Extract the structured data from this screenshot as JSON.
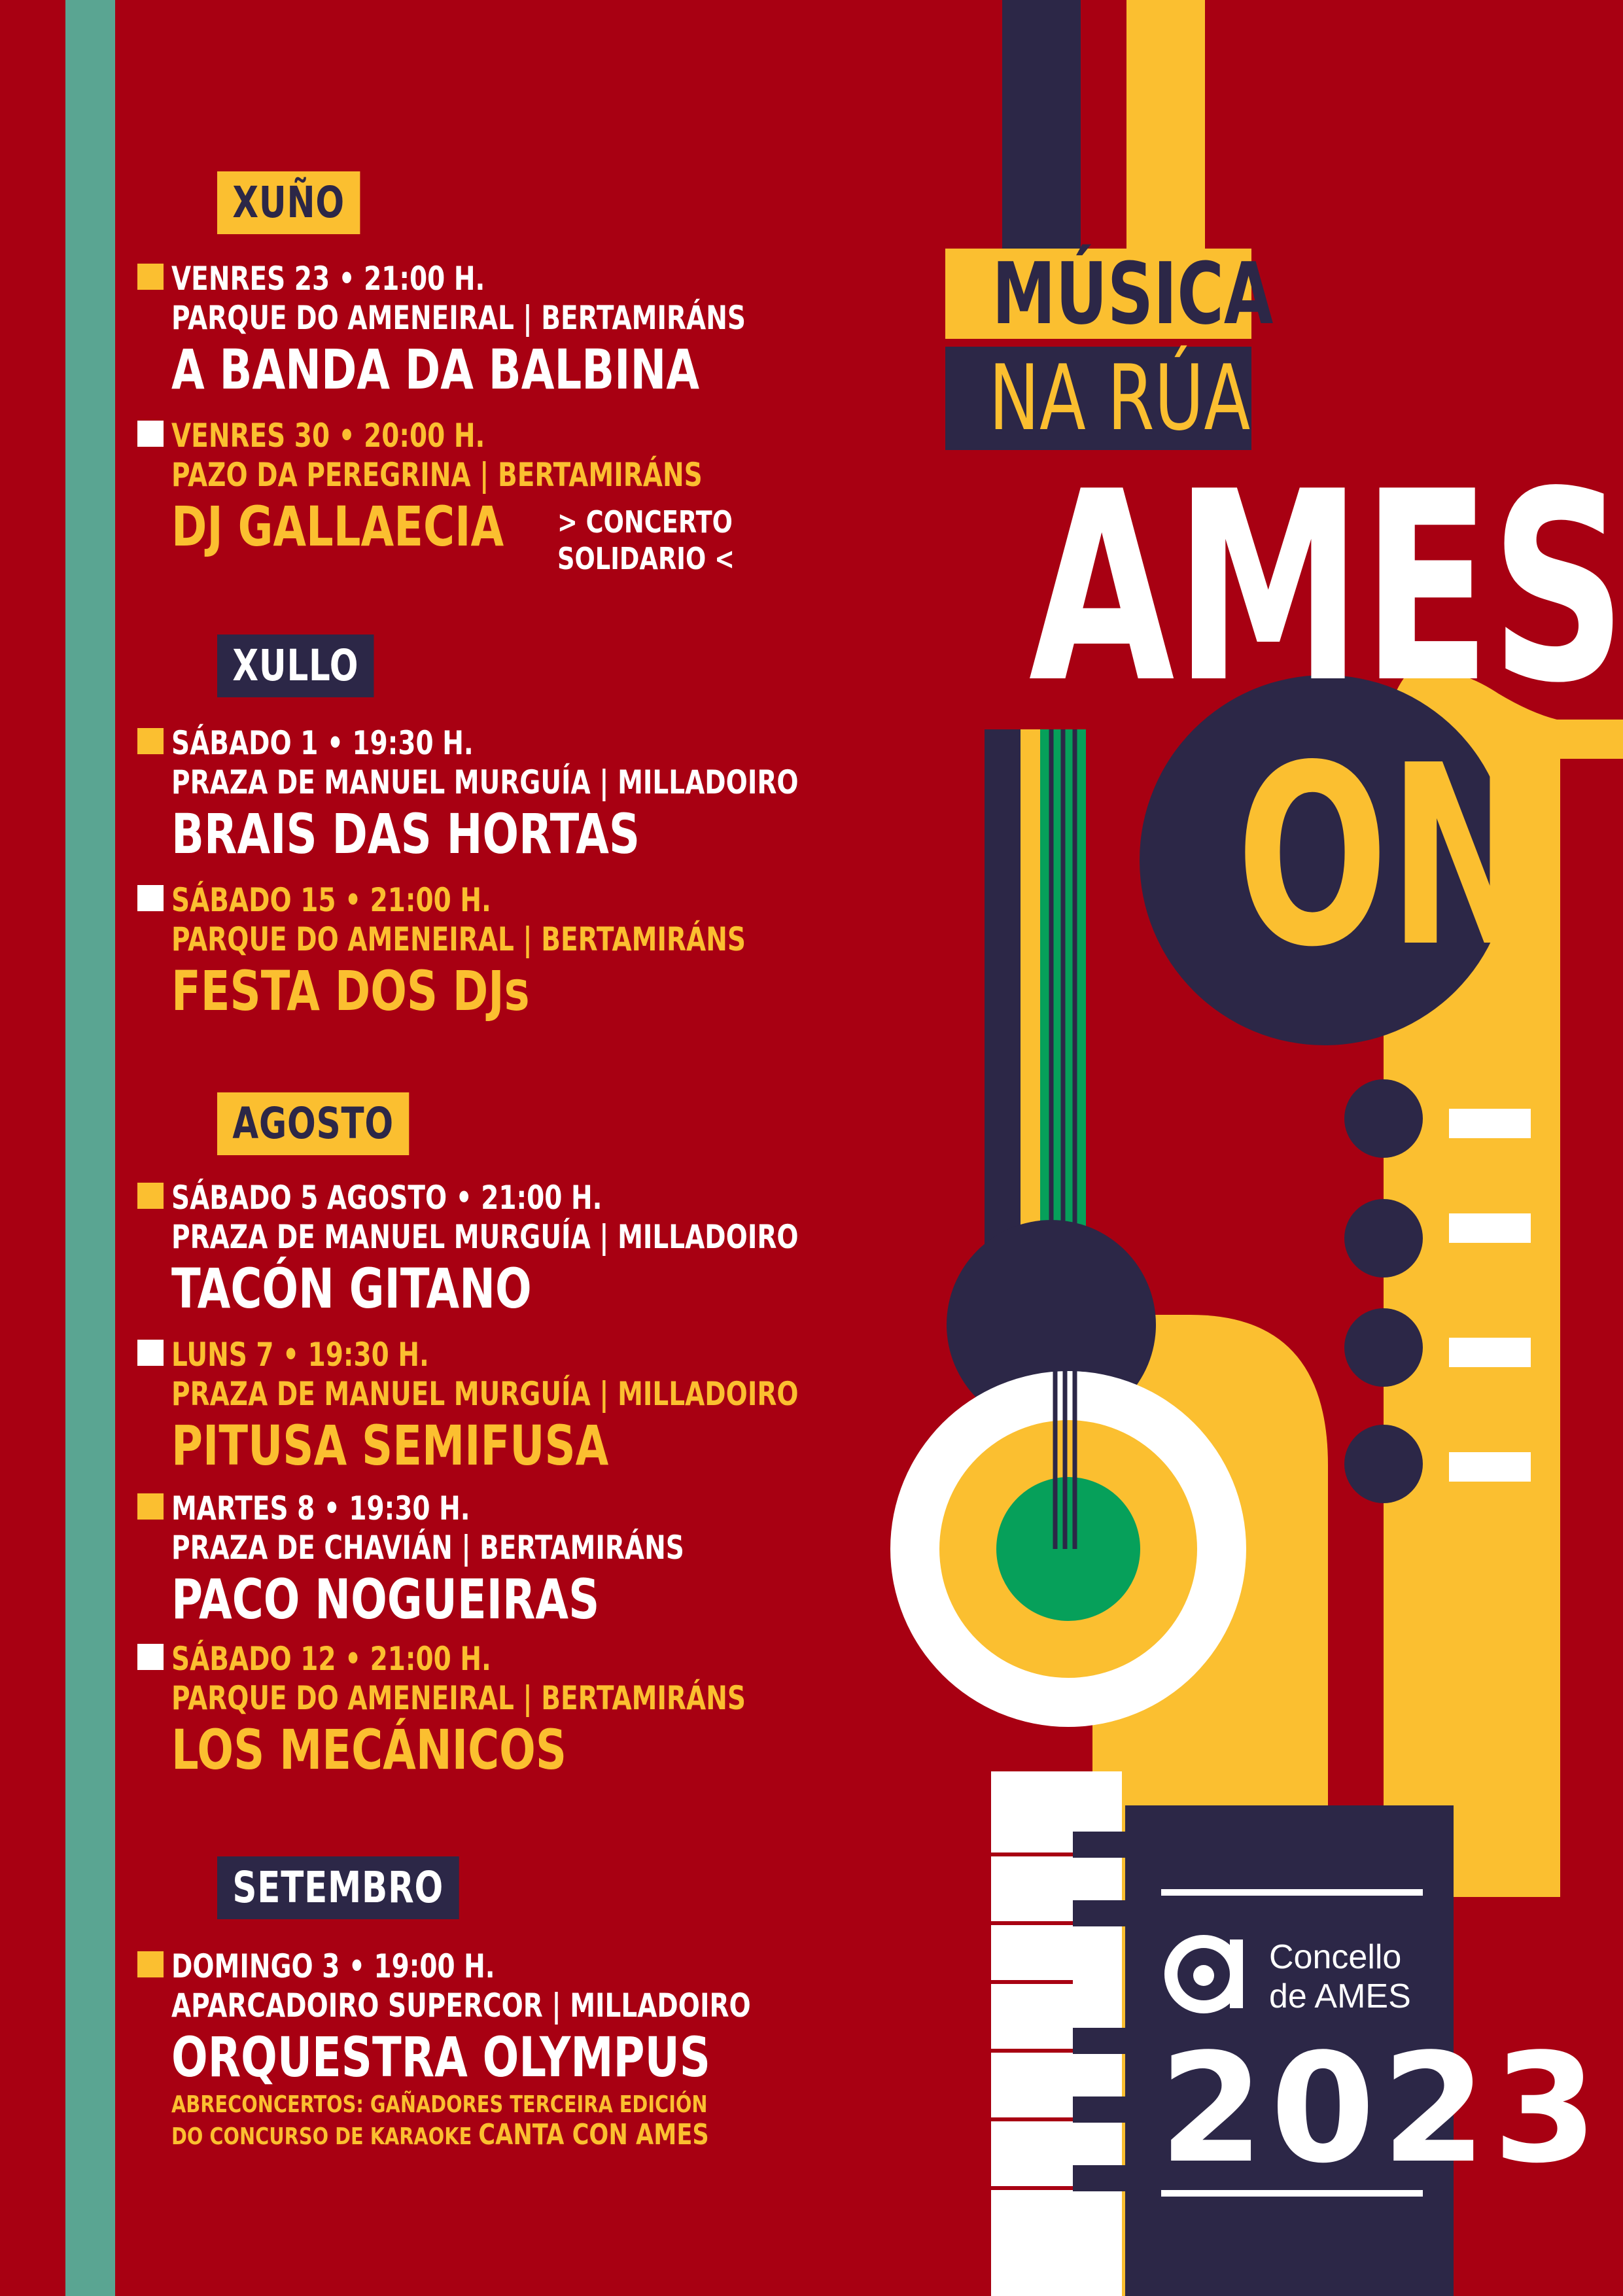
{
  "colors": {
    "background": "#a80012",
    "yellow": "#fbbf30",
    "navy": "#2c2747",
    "teal": "#5aa592",
    "green": "#06a05a",
    "white": "#ffffff"
  },
  "title": {
    "line1": "MÚSICA",
    "line2": "NA RÚA",
    "line3": "AMES",
    "line4": "ON"
  },
  "months": [
    {
      "label": "XUÑO",
      "events": [
        {
          "date": "VENRES 23 • 21:00 H.",
          "place": "PARQUE DO AMENEIRAL  |  BERTAMIRÁNS",
          "artist": "A BANDA DA BALBINA"
        },
        {
          "date": "VENRES 30 • 20:00 H.",
          "place": "PAZO DA PEREGRINA  |  BERTAMIRÁNS",
          "artist": "DJ GALLAECIA",
          "note1": "> CONCERTO",
          "note2": "SOLIDARIO <"
        }
      ]
    },
    {
      "label": "XULLO",
      "events": [
        {
          "date": "SÁBADO 1 • 19:30 H.",
          "place": "PRAZA  DE MANUEL MURGUÍA  |  MILLADOIRO",
          "artist": "BRAIS DAS HORTAS"
        },
        {
          "date": "SÁBADO 15 • 21:00 H.",
          "place": "PARQUE DO AMENEIRAL  |  BERTAMIRÁNS",
          "artist": "FESTA DOS DJs"
        }
      ]
    },
    {
      "label": "AGOSTO",
      "events": [
        {
          "date": "SÁBADO 5 AGOSTO • 21:00 H.",
          "place": "PRAZA  DE MANUEL MURGUÍA  |  MILLADOIRO",
          "artist": "TACÓN GITANO"
        },
        {
          "date": "LUNS 7 • 19:30 H.",
          "place": "PRAZA  DE MANUEL MURGUÍA  |  MILLADOIRO",
          "artist": "PITUSA SEMIFUSA"
        },
        {
          "date": "MARTES 8 • 19:30 H.",
          "place": "PRAZA DE CHAVIÁN  |  BERTAMIRÁNS",
          "artist": "PACO NOGUEIRAS"
        },
        {
          "date": "SÁBADO 12 • 21:00 H.",
          "place": "PARQUE DO AMENEIRAL  |  BERTAMIRÁNS",
          "artist": "LOS MECÁNICOS"
        }
      ]
    },
    {
      "label": "SETEMBRO",
      "events": [
        {
          "date": "DOMINGO 3 • 19:00 H.",
          "place": "APARCADOIRO SUPERCOR  |  MILLADOIRO",
          "artist": "ORQUESTRA OLYMPUS",
          "extra1": "ABRECONCERTOS: GAÑADORES TERCEIRA EDICIÓN",
          "extra2": "DO CONCURSO DE KARAOKE ",
          "extra2_strong": "CANTA CON AMES"
        }
      ]
    }
  ],
  "brand": {
    "line1": "Concello",
    "line2": "de AMES",
    "year": "2023"
  }
}
